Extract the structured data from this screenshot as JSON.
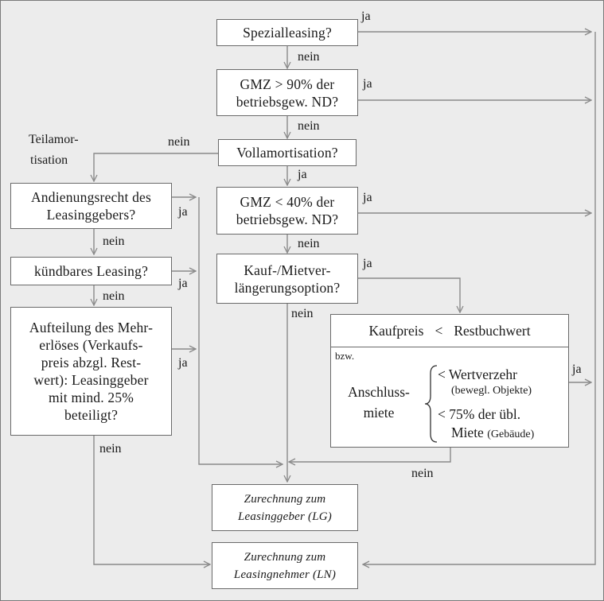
{
  "nodes": {
    "spezialleasing": "Spezialleasing?",
    "gmz90": [
      "GMZ > 90% der",
      "betriebsgew. ND?"
    ],
    "vollamortisation": "Vollamortisation?",
    "gmz40": [
      "GMZ < 40% der",
      "betriebsgew. ND?"
    ],
    "kaufoption": [
      "Kauf-/Mietver-",
      "längerungsoption?"
    ],
    "andienungsrecht": [
      "Andienungsrecht des",
      "Leasinggebers?"
    ],
    "kuendbar": "kündbares Leasing?",
    "aufteilung": [
      "Aufteilung des Mehr-",
      "erlöses (Verkaufs-",
      "preis abzgl. Rest-",
      "wert): Leasinggeber",
      "mit mind. 25%",
      "beteiligt?"
    ],
    "kaufpreis": {
      "left": "Kaufpreis",
      "op": "<",
      "right": "Restbuchwert",
      "bzw": "bzw.",
      "anschluss": [
        "Anschluss-",
        "miete"
      ],
      "cond1": "< Wertverzehr",
      "cond1_note": "(bewegl. Objekte)",
      "cond2": "< 75% der übl.",
      "cond2_main": "Miete",
      "cond2_note": "(Gebäude)"
    },
    "lg": [
      "Zurechnung zum",
      "Leasinggeber (LG)"
    ],
    "ln": [
      "Zurechnung zum",
      "Leasingnehmer (LN)"
    ]
  },
  "edge_labels": {
    "ja": "ja",
    "nein": "nein",
    "teilamortisation": [
      "Teilamor-",
      "tisation"
    ]
  }
}
